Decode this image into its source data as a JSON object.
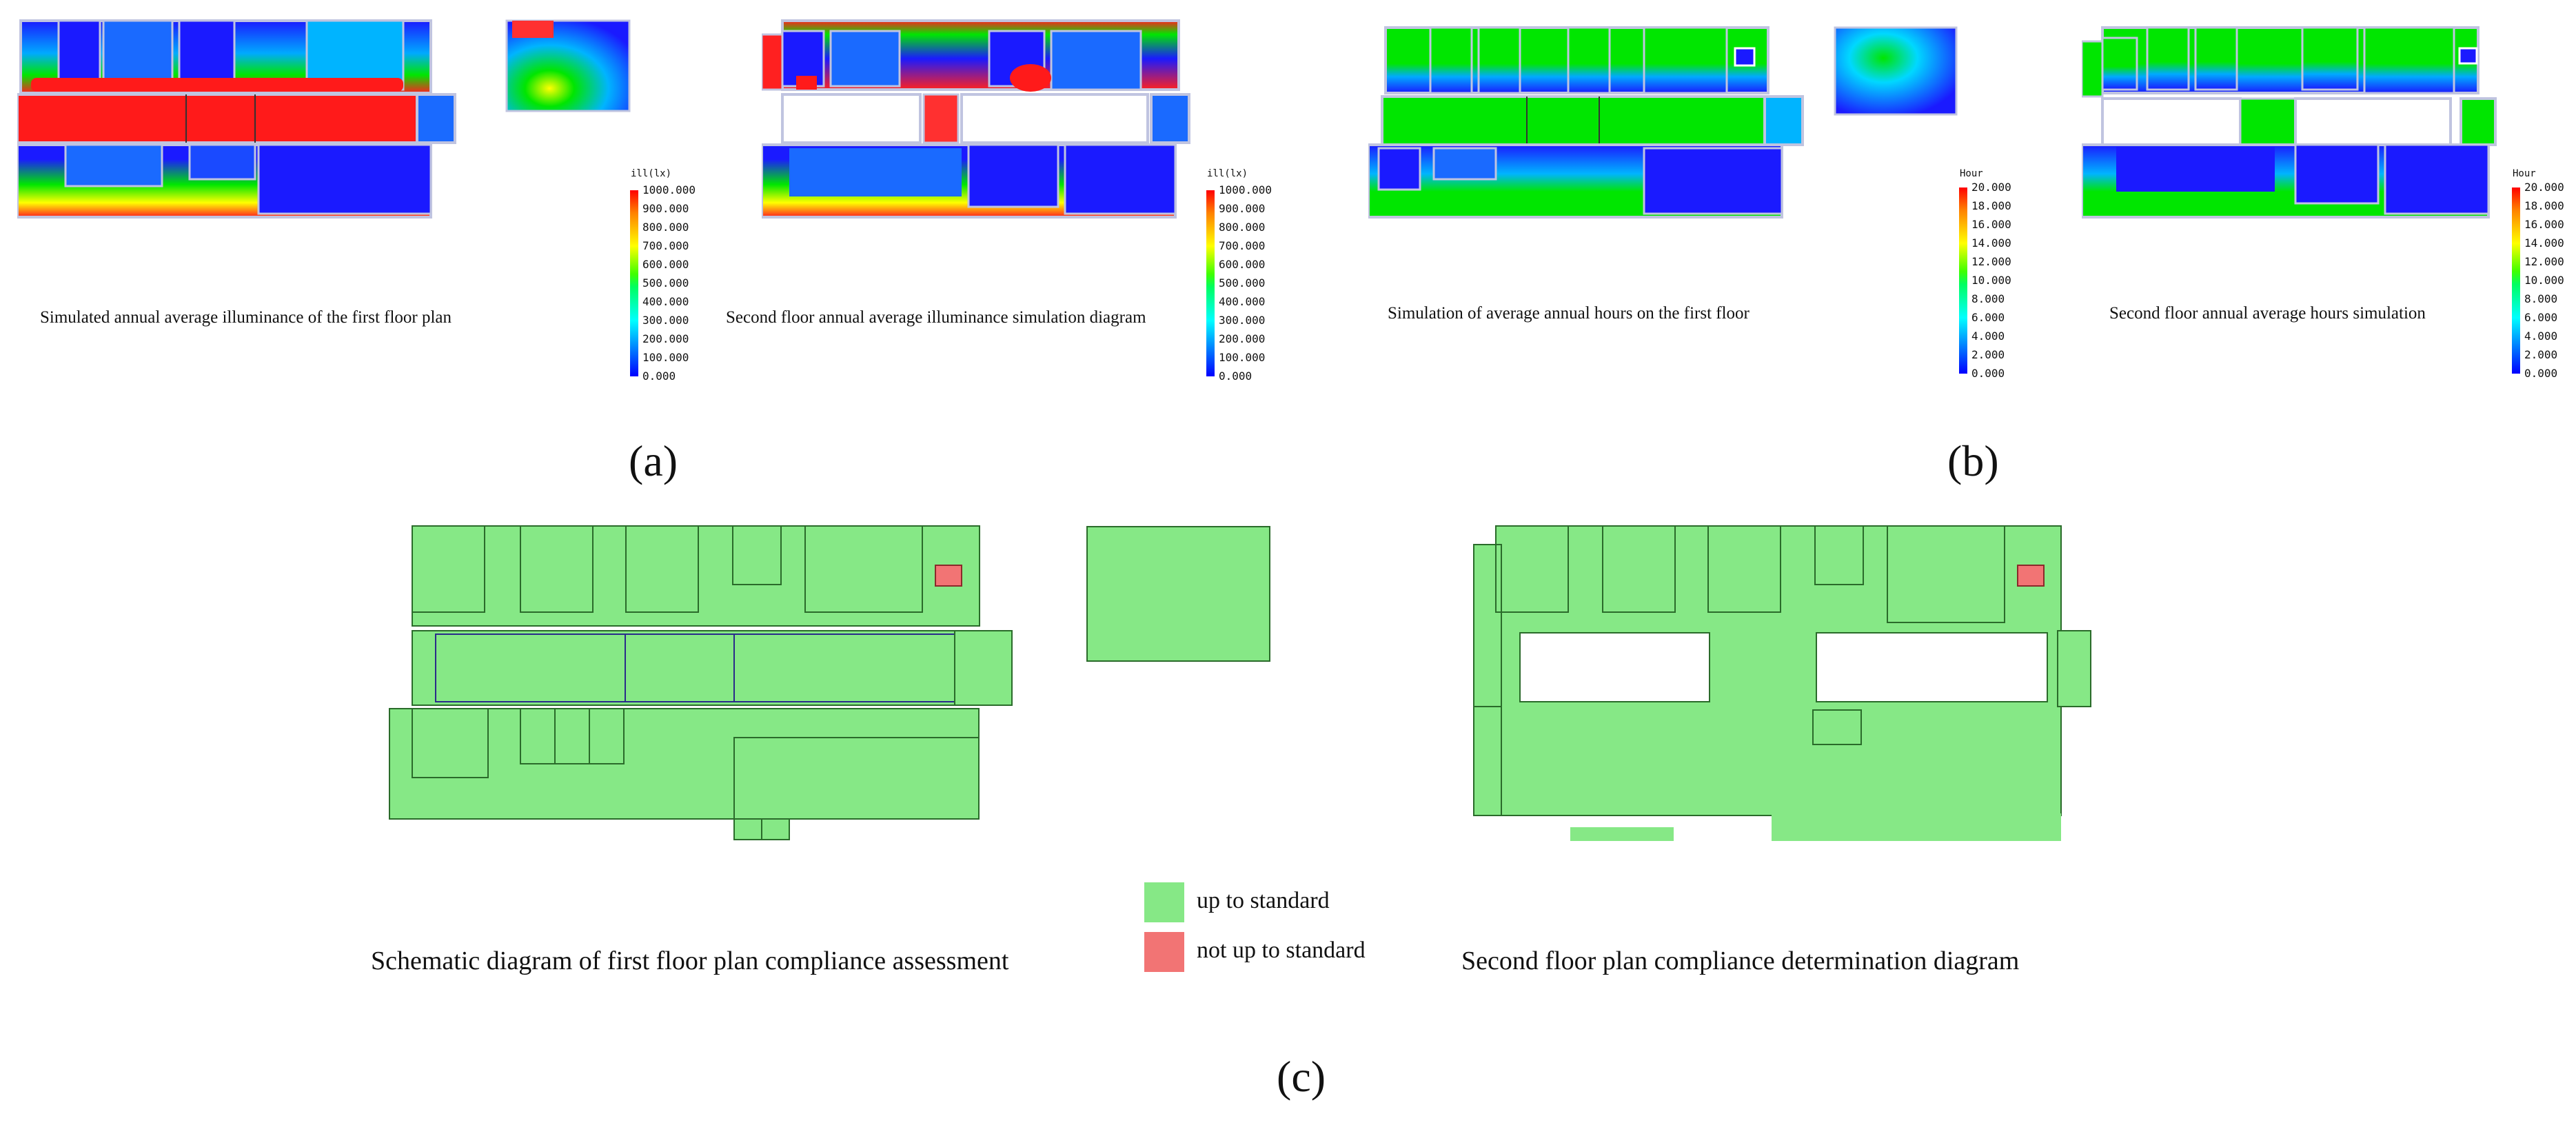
{
  "panels": {
    "a": {
      "label": "(a)",
      "first_floor_caption": "Simulated annual average illuminance of the first floor plan",
      "second_floor_caption": "Second floor annual average illuminance simulation diagram",
      "scale_title": "ill(lx)",
      "scale_ticks": [
        "1000.000",
        "900.000",
        "800.000",
        "700.000",
        "600.000",
        "500.000",
        "400.000",
        "300.000",
        "200.000",
        "100.000",
        "0.000"
      ]
    },
    "b": {
      "label": "(b)",
      "first_floor_caption": "Simulation of average annual hours on the first floor",
      "second_floor_caption": "Second floor annual average hours simulation",
      "scale_title": "Hour",
      "scale_ticks": [
        "20.000",
        "18.000",
        "16.000",
        "14.000",
        "12.000",
        "10.000",
        "8.000",
        "6.000",
        "4.000",
        "2.000",
        "0.000"
      ]
    },
    "c": {
      "label": "(c)",
      "first_floor_caption": "Schematic diagram of first floor plan compliance assessment",
      "second_floor_caption": "Second floor plan compliance determination diagram"
    }
  },
  "legend": {
    "items": [
      {
        "label": "up to standard",
        "color": "#86e886"
      },
      {
        "label": "not up to standard",
        "color": "#f27474"
      }
    ]
  },
  "colors": {
    "pass": "#86e886",
    "fail": "#f27474",
    "heat_red": "#ff1a1a",
    "heat_blue": "#1a1aff",
    "heat_green": "#00e600",
    "heat_cyan": "#00d8ff",
    "wall": "#9aa0c8"
  }
}
